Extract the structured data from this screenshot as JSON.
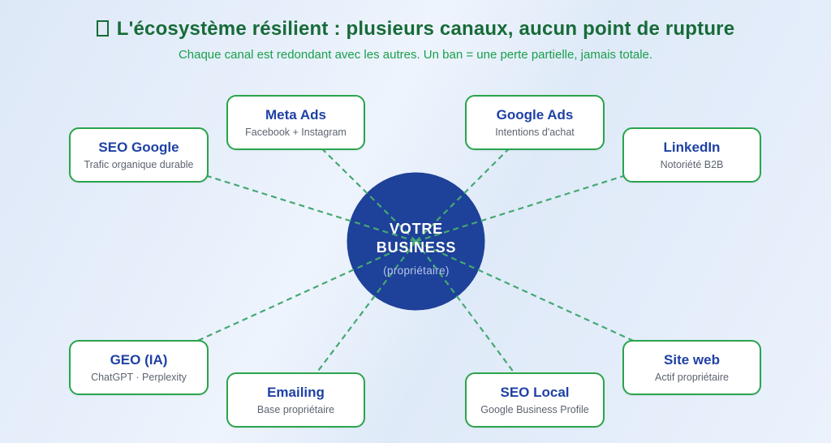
{
  "header": {
    "title": "L'écosystème résilient : plusieurs canaux, aucun point de rupture",
    "subtitle": "Chaque canal est redondant avec les autres. Un ban = une perte partielle, jamais totale."
  },
  "hub": {
    "line1": "VOTRE",
    "line2": "BUSINESS",
    "tagline": "(propriétaire)"
  },
  "channels": [
    {
      "title": "SEO Google",
      "subtitle": "Trafic organique durable",
      "position": "upper-left"
    },
    {
      "title": "Meta Ads",
      "subtitle": "Facebook + Instagram",
      "position": "top-left"
    },
    {
      "title": "Google Ads",
      "subtitle": "Intentions d'achat",
      "position": "top-right"
    },
    {
      "title": "LinkedIn",
      "subtitle": "Notoriété B2B",
      "position": "upper-right"
    },
    {
      "title": "GEO (IA)",
      "subtitle": "ChatGPT · Perplexity",
      "position": "lower-left"
    },
    {
      "title": "Emailing",
      "subtitle": "Base propriétaire",
      "position": "bottom-left"
    },
    {
      "title": "SEO Local",
      "subtitle": "Google Business Profile",
      "position": "bottom-right"
    },
    {
      "title": "Site web",
      "subtitle": "Actif propriétaire",
      "position": "lower-right"
    }
  ],
  "colors": {
    "title_green": "#176b38",
    "subtitle_green": "#18a04c",
    "box_border_green": "#2aa44c",
    "connector_green": "#45a873",
    "channel_title_blue": "#1f41a5",
    "channel_subtitle_gray": "#5d6470",
    "hub_fill_blue": "#1e4199",
    "hub_tagline_blue": "#b7c6e9",
    "background_blue": "#e3edfa"
  }
}
